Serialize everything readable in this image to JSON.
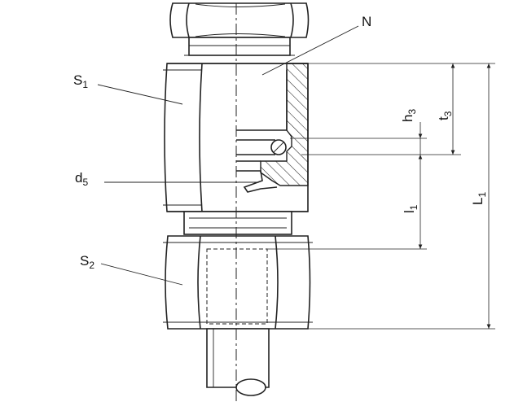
{
  "labels": {
    "n": "N",
    "s1_main": "S",
    "s1_sub": "1",
    "s2_main": "S",
    "s2_sub": "2",
    "d5_main": "d",
    "d5_sub": "5",
    "h3_main": "h",
    "h3_sub": "3",
    "t3_main": "t",
    "t3_sub": "3",
    "l1_main": "l",
    "l1_sub": "1",
    "L1_main": "L",
    "L1_sub": "1"
  }
}
